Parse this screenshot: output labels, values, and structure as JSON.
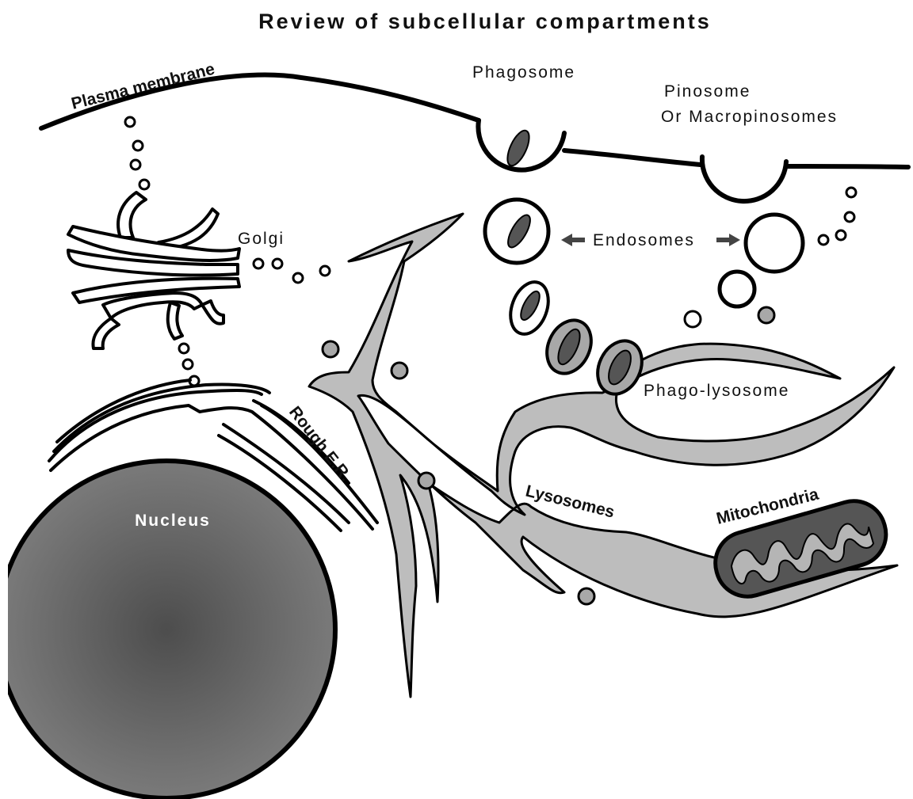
{
  "title": "Review of subcellular compartments",
  "labels": {
    "plasma_membrane": "Plasma membrane",
    "phagosome": "Phagosome",
    "pinosome_line1": "Pinosome",
    "pinosome_line2": "Or Macropinosomes",
    "golgi": "Golgi",
    "endosomes": "Endosomes",
    "phago_lysosome": "Phago-lysosome",
    "rough_er": "Rough E.R.",
    "nucleus": "Nucleus",
    "lysosomes": "Lysosomes",
    "mitochondria": "Mitochondria"
  },
  "colors": {
    "outline": "#000000",
    "er_fill": "#bdbdbd",
    "vesicle_gray": "#a8a8a8",
    "cargo": "#555555",
    "nucleus_center": "#4d4d4d",
    "nucleus_edge": "#7a7a7a",
    "mito_body": "#555555",
    "mito_cristae": "#b5b5b5",
    "arrow": "#444444"
  }
}
